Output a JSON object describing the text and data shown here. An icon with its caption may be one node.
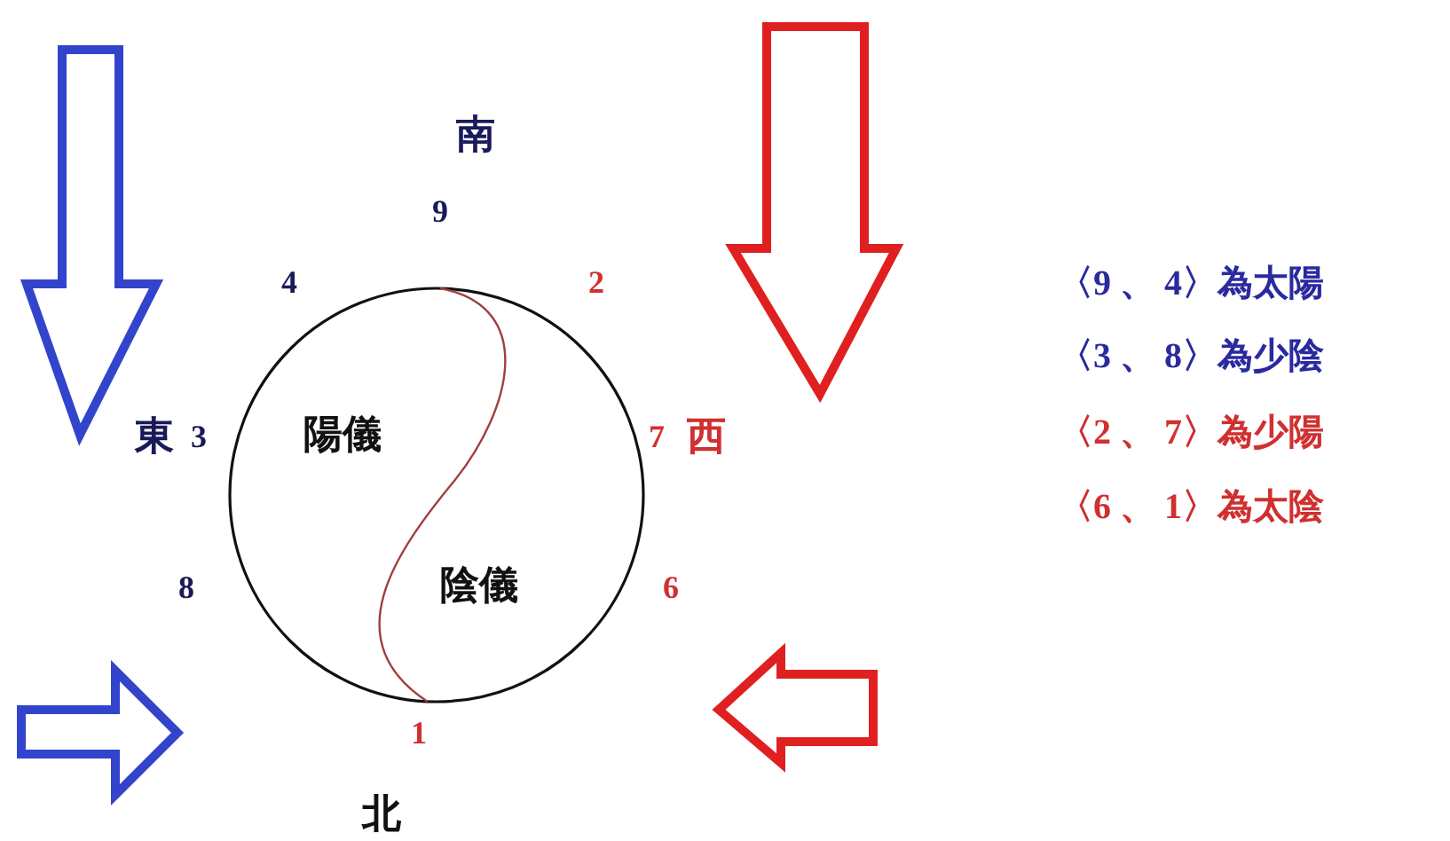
{
  "diagram": {
    "nodes": [
      {
        "text": [
          "陽儀",
          "陰儀"
        ]
      }
    ],
    "edges": [],
    "labels": [
      "南",
      "9",
      "4",
      "2",
      "東",
      "3",
      "7",
      "西",
      "8",
      "6",
      "1",
      "北",
      "〈9 、 4〉為太陽",
      "〈3 、 8〉為少陰",
      "〈2 、 7〉為少陽",
      "〈6 、 1〉為太陰"
    ]
  }
}
